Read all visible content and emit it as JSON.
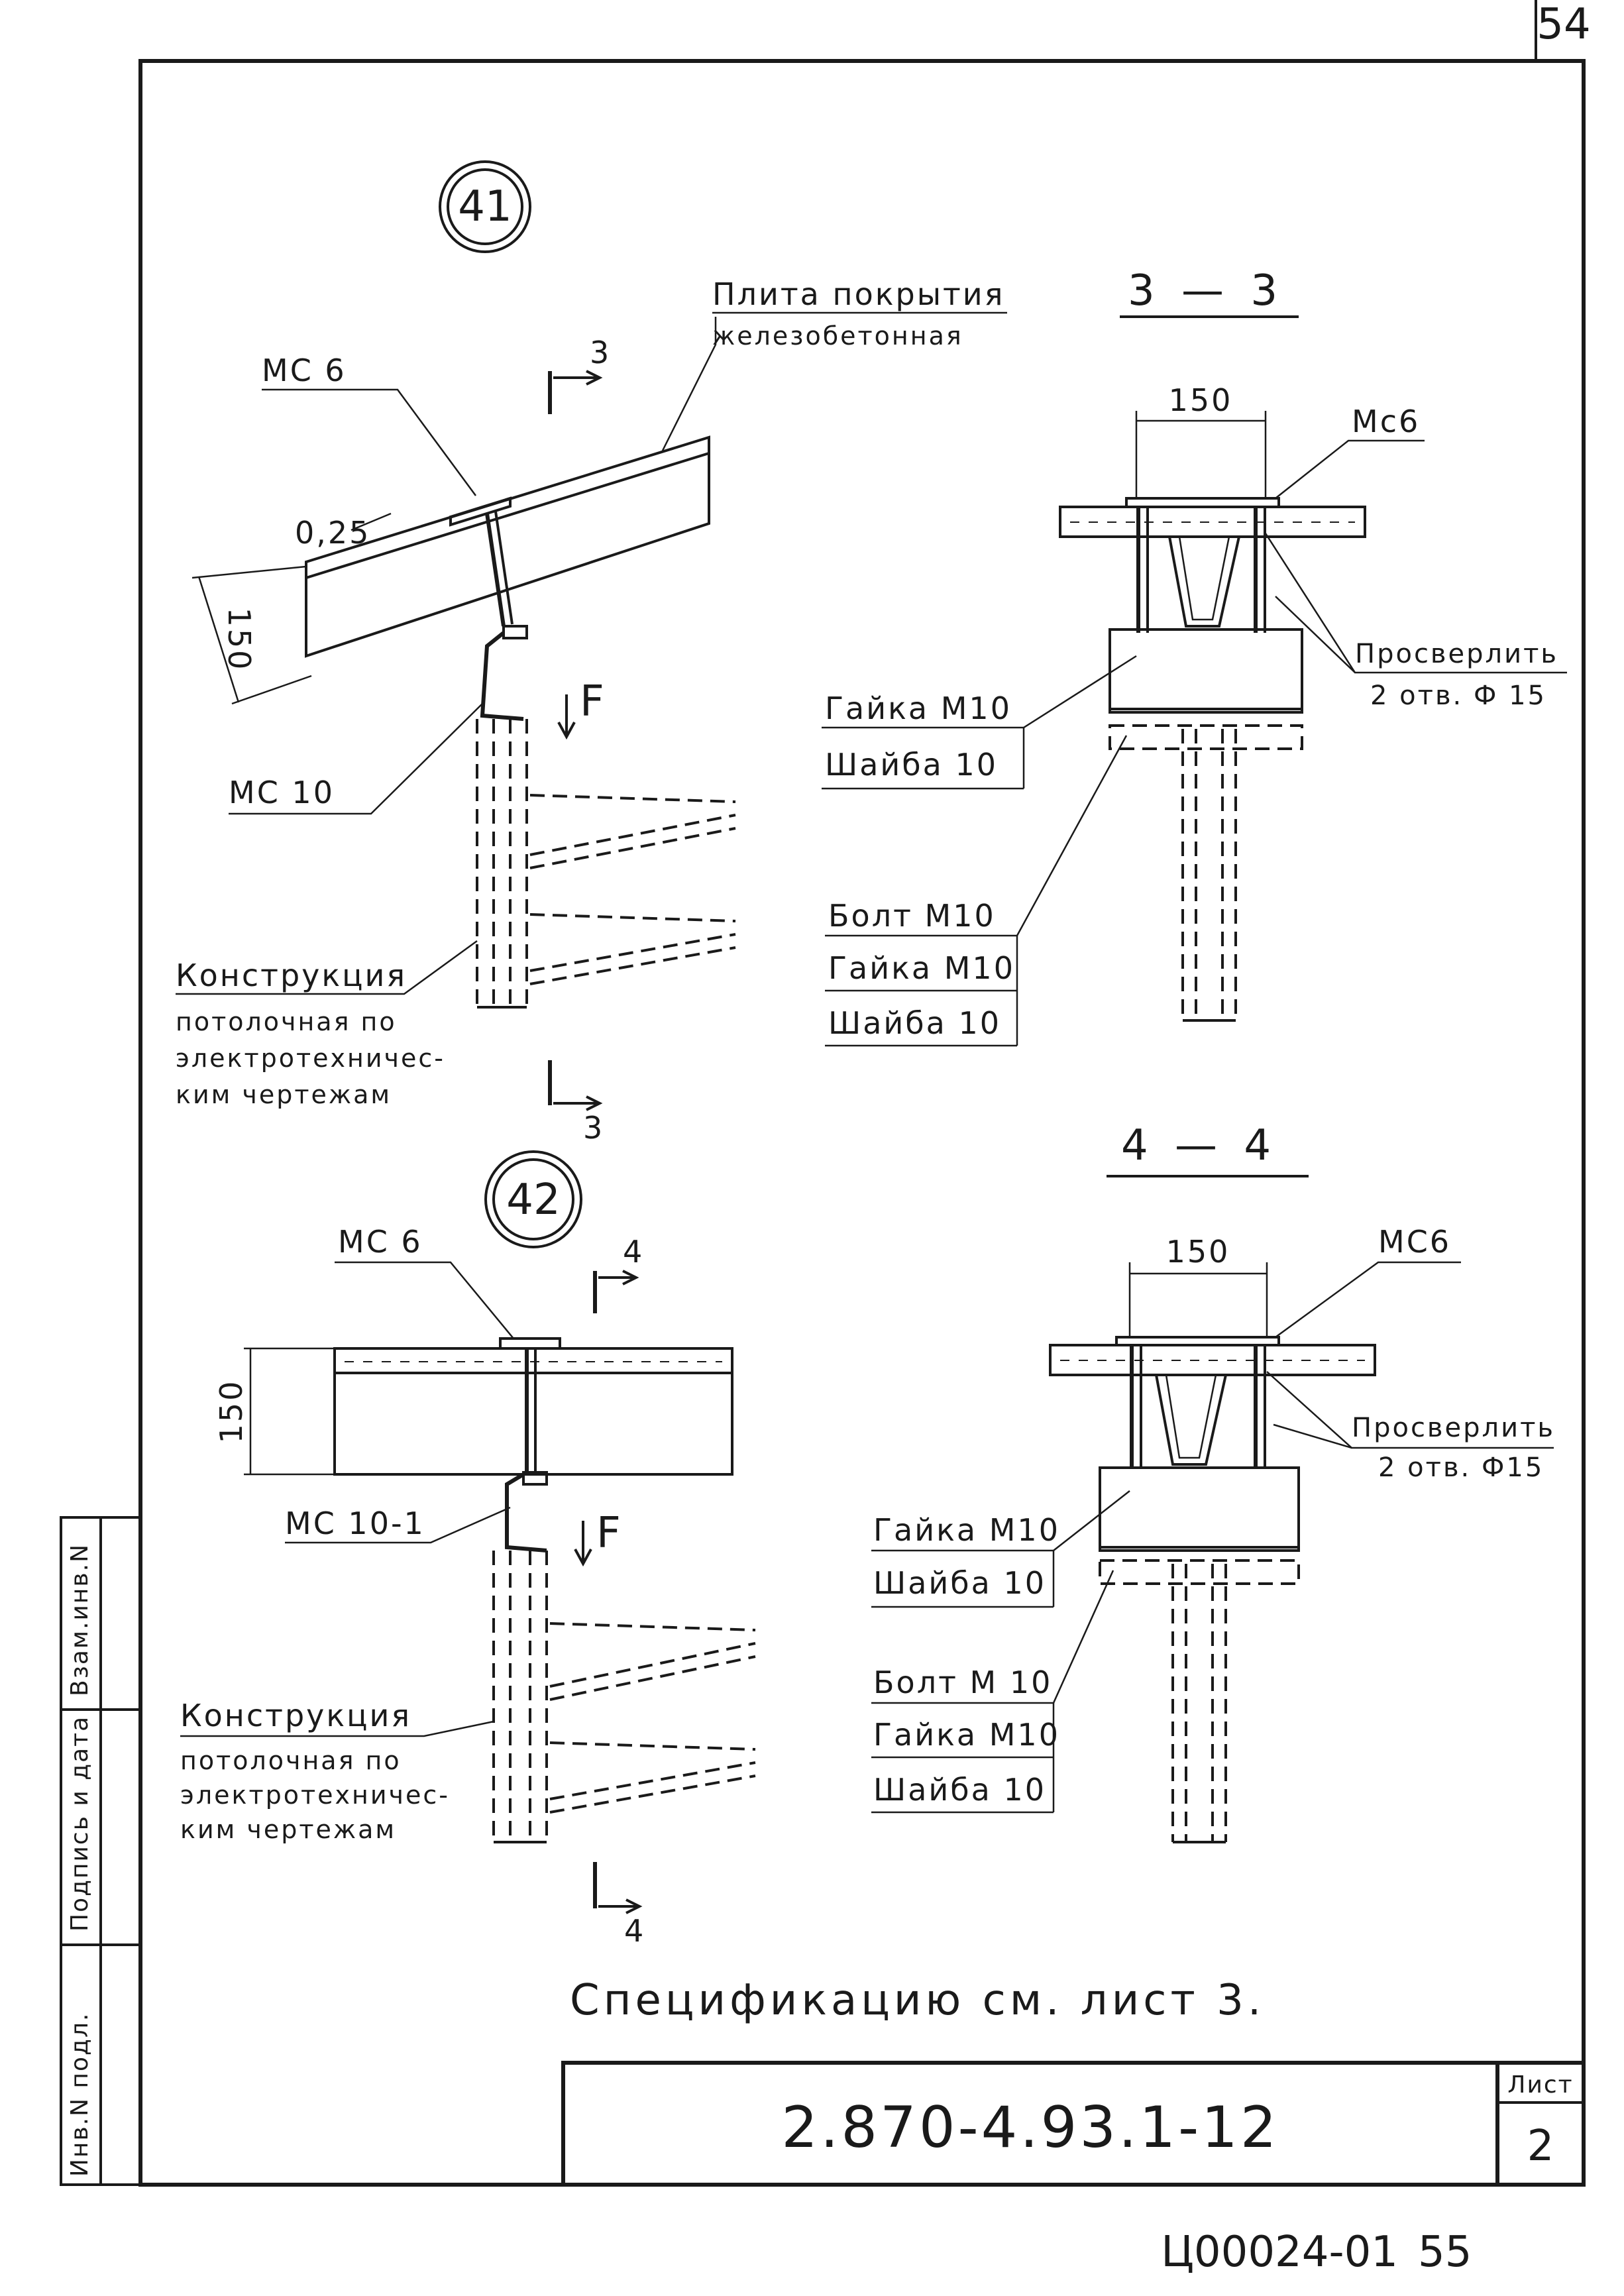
{
  "page": {
    "corner_number": "54",
    "bottom_code": "Ц00024-01",
    "bottom_page": "55"
  },
  "stamp_columns": [
    "Взам.инв.N",
    "Подпись и дата",
    "Инв.N подл."
  ],
  "title_block": {
    "code": "2.870-4.93.1-12",
    "sheet_label": "Лист",
    "sheet_number": "2"
  },
  "note": "Спецификацию см. лист 3.",
  "node41": {
    "number": "41",
    "slab_label_line1": "Плита покрытия",
    "slab_label_line2": "железобетонная",
    "mc6": "МС 6",
    "mc10": "МС 10",
    "slope": "0,25",
    "dim_150": "150",
    "force": "F",
    "cut_top": "3",
    "cut_bottom": "3",
    "construction_line1": "Конструкция",
    "construction_line2": "потолочная по",
    "construction_line3": "электротехничес-",
    "construction_line4": "ким чертежам"
  },
  "node42": {
    "number": "42",
    "mc6": "МС 6",
    "mc10_1": "МС 10-1",
    "dim_150": "150",
    "force": "F",
    "cut_top": "4",
    "cut_bottom": "4",
    "construction_line1": "Конструкция",
    "construction_line2": "потолочная по",
    "construction_line3": "электротехничес-",
    "construction_line4": "ким чертежам"
  },
  "section33": {
    "title": "3 — 3",
    "dim_150": "150",
    "mc6": "Мс6",
    "drill_line1": "Просверлить",
    "drill_line2": "2 отв. Ф 15",
    "nut_top": "Гайка М10",
    "washer_top": "Шайба 10",
    "bolt": "Болт М10",
    "nut_bottom": "Гайка М10",
    "washer_bottom": "Шайба 10"
  },
  "section44": {
    "title": "4 — 4",
    "dim_150": "150",
    "mc6": "МС6",
    "drill_line1": "Просверлить",
    "drill_line2": "2 отв. Ф15",
    "nut_top": "Гайка М10",
    "washer_top": "Шайба 10",
    "bolt": "Болт М 10",
    "nut_bottom": "Гайка М10",
    "washer_bottom": "Шайба 10"
  }
}
